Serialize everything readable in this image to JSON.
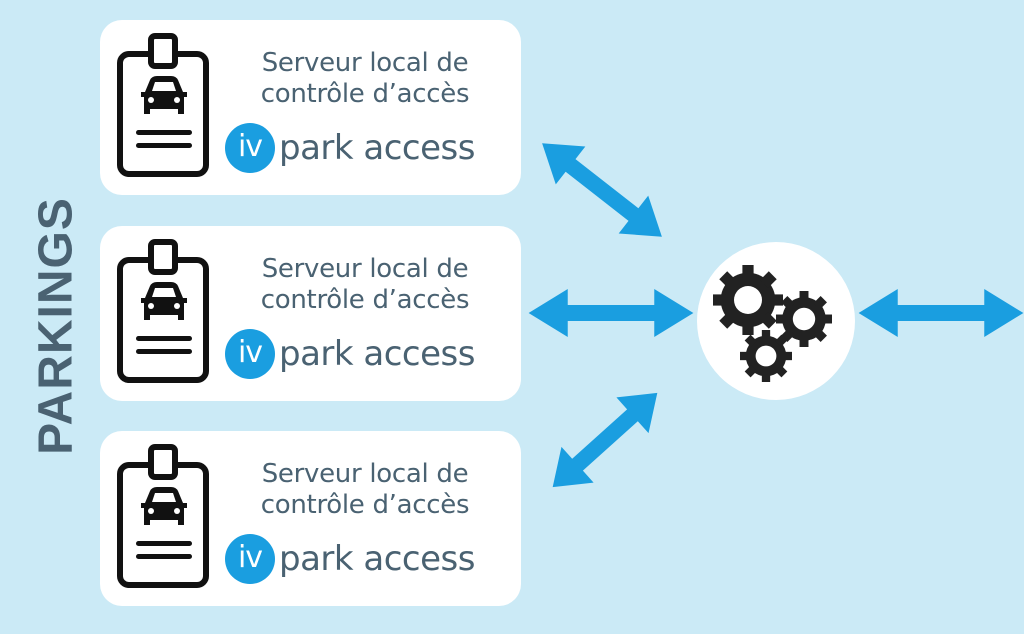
{
  "side_label": "PARKINGS",
  "colors": {
    "background": "#cbeaf6",
    "card": "#ffffff",
    "text": "#4a6272",
    "accent": "#1a9ee0",
    "icon": "#111111"
  },
  "cards": [
    {
      "icon": "badge-car-icon",
      "title_line1": "Serveur local de",
      "title_line2": "contrôle d’accès",
      "brand_mark": "iv",
      "brand_name": "park access"
    },
    {
      "icon": "badge-car-icon",
      "title_line1": "Serveur local de",
      "title_line2": "contrôle d’accès",
      "brand_mark": "iv",
      "brand_name": "park access"
    },
    {
      "icon": "badge-car-icon",
      "title_line1": "Serveur local de",
      "title_line2": "contrôle d’accès",
      "brand_mark": "iv",
      "brand_name": "park access"
    }
  ],
  "hub": {
    "icon": "gears-icon"
  },
  "connections": [
    {
      "from": "card-1",
      "to": "hub",
      "type": "bidirectional"
    },
    {
      "from": "card-2",
      "to": "hub",
      "type": "bidirectional"
    },
    {
      "from": "card-3",
      "to": "hub",
      "type": "bidirectional"
    },
    {
      "from": "hub",
      "to": "external",
      "type": "bidirectional"
    }
  ]
}
